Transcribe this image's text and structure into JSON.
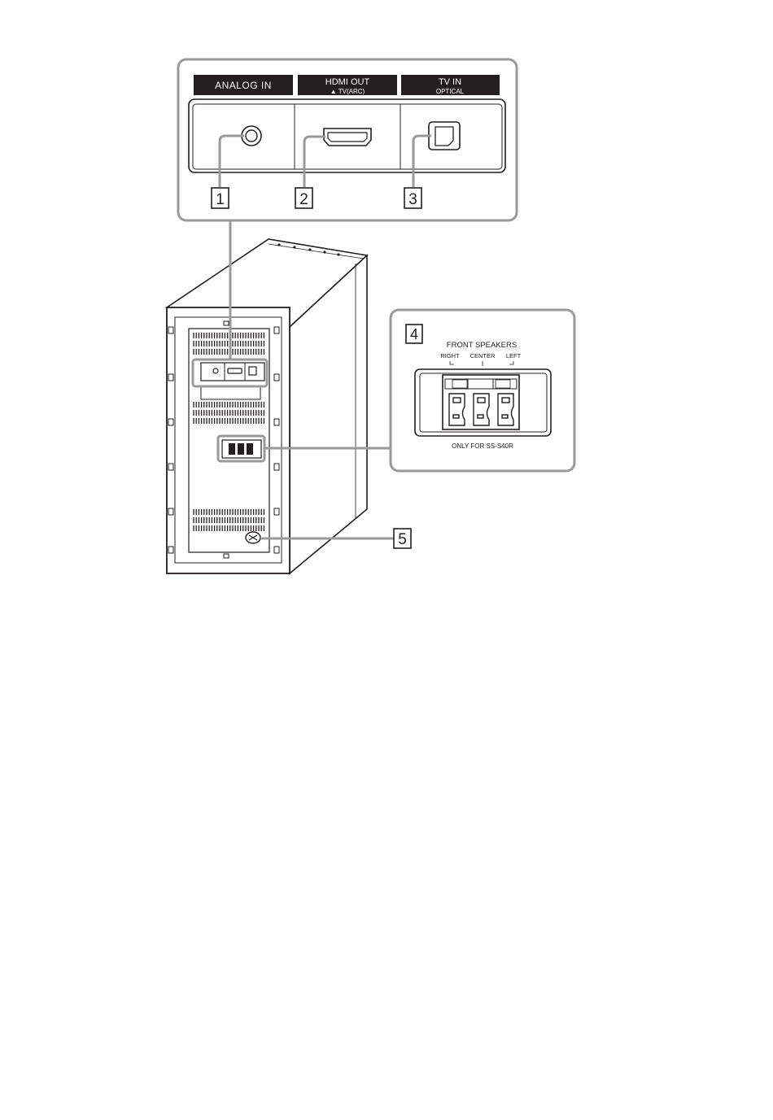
{
  "top_panel": {
    "labels": {
      "analog_in": "ANALOG IN",
      "hdmi_out": "HDMI OUT",
      "hdmi_sub": "▲ TV(ARC)",
      "tv_in": "TV IN",
      "tv_in_sub": "OPTICAL"
    },
    "callouts": [
      "1",
      "2",
      "3"
    ]
  },
  "speaker_panel": {
    "callout": "4",
    "title": "FRONT SPEAKERS",
    "right": "RIGHT",
    "center": "CENTER",
    "left": "LEFT",
    "footer": "ONLY FOR SS-S40R"
  },
  "power_callout": "5",
  "colors": {
    "ink": "#231f20",
    "frame": "#9a9a9a",
    "label_bg": "#231f20",
    "label_text": "#ffffff"
  }
}
